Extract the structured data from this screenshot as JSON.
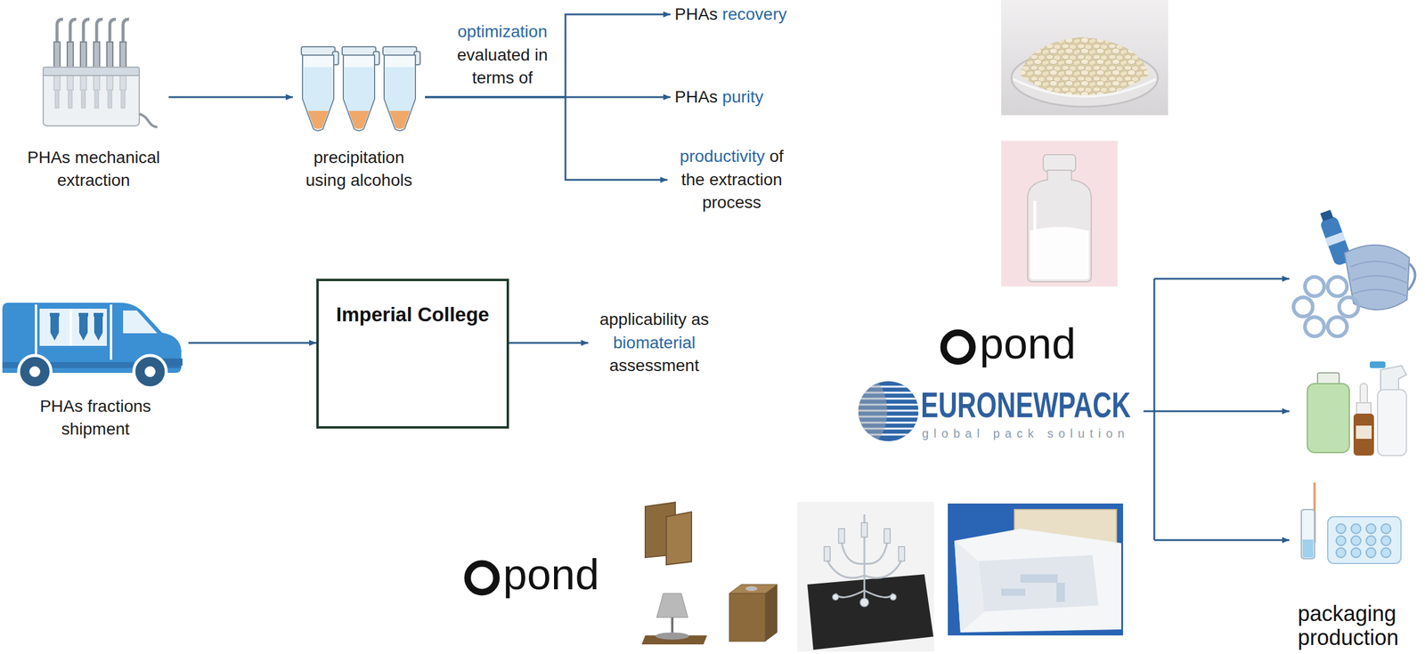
{
  "diagram": {
    "nodes": [
      {
        "text": [
          "PHAs mechanical extraction"
        ]
      },
      {
        "text": [
          "precipitation using alcohols"
        ]
      },
      {
        "text": [
          "PHAs recovery"
        ]
      },
      {
        "text": [
          "PHAs purity"
        ]
      },
      {
        "text": [
          "productivity of the extraction process"
        ]
      },
      {
        "text": [
          "PHAs fractions shipment"
        ]
      },
      {
        "text": [
          "Imperial College"
        ]
      },
      {
        "text": [
          "applicability as biomaterial assessment"
        ]
      }
    ],
    "edges": [
      {
        "from": 0,
        "to": 1,
        "arrow": "to"
      },
      {
        "from": 1,
        "to": 2,
        "arrow": "to"
      },
      {
        "from": 1,
        "to": 3,
        "arrow": "to",
        "label": "optimization evaluated in terms of"
      },
      {
        "from": 1,
        "to": 4,
        "arrow": "to"
      },
      {
        "from": 5,
        "to": 6,
        "arrow": "to"
      },
      {
        "from": 6,
        "to": 7,
        "arrow": "to"
      }
    ],
    "labels": [
      "pond",
      "EURONEWPACK",
      "global pack solution",
      "pond",
      "packaging production"
    ]
  }
}
